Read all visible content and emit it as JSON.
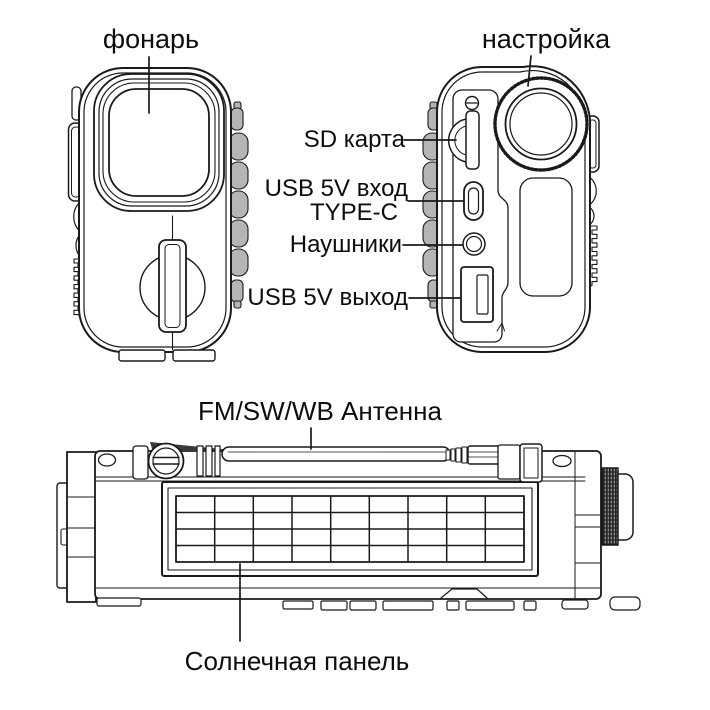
{
  "figure": {
    "background": "#ffffff",
    "line_color": "#1a1a1a",
    "shade_color": "#b5b5b5",
    "dark_shade": "#3a3a3a"
  },
  "labels": {
    "flashlight": "фонарь",
    "tuning": "настройка",
    "sd_card": "SD карта",
    "usb_in_line1": "USB 5V вход",
    "usb_in_line2": "TYPE-C",
    "headphones": "Наушники",
    "usb_out": "USB 5V выход",
    "antenna": "FM/SW/WB Антенна",
    "solar_panel": "Солнечная панель"
  }
}
